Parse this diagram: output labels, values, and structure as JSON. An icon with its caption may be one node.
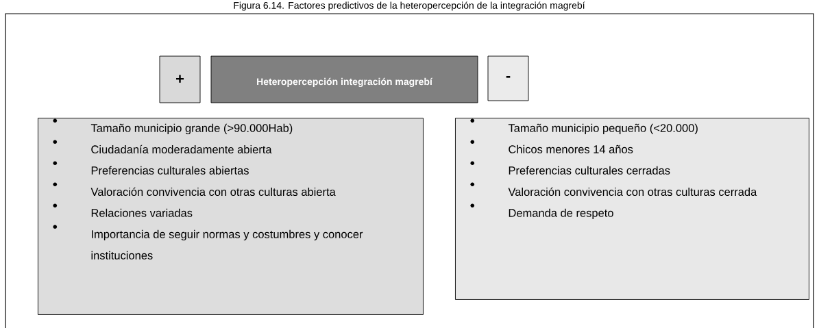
{
  "diagram": {
    "title": "Figura 6.14. Factores predictivos de la heteropercepción de la integración magrebí",
    "nodes": [
      {
        "text": [
          "+"
        ]
      },
      {
        "text": [
          "Heteropercepción integración magrebí"
        ]
      },
      {
        "text": [
          "-"
        ]
      },
      {
        "text": [
          "Tamaño municipio grande (>90.000Hab)",
          "Ciudadanía moderadamente abierta",
          "Preferencias culturales abiertas",
          "Valoración convivencia con otras culturas abierta",
          "Relaciones variadas",
          "Importancia de seguir normas y costumbres y conocer instituciones"
        ]
      },
      {
        "text": [
          "Tamaño municipio pequeño (<20.000)",
          "Chicos menores 14 años",
          "Preferencias culturales cerradas",
          "Valoración convivencia con otras culturas cerrada",
          "Demanda de respeto"
        ]
      }
    ]
  }
}
